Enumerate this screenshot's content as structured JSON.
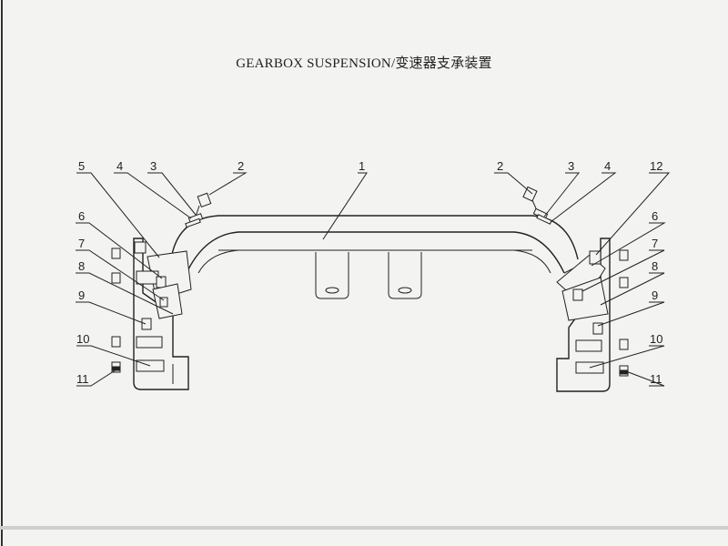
{
  "title": "GEARBOX SUSPENSION/变速器支承装置",
  "part_labels": [
    "1",
    "2",
    "3",
    "4",
    "5",
    "6",
    "7",
    "8",
    "9",
    "10",
    "11",
    "12"
  ],
  "colors": {
    "ink": "#222222",
    "paper": "#f3f3f1",
    "bottom_band": "#cfcfcf"
  }
}
